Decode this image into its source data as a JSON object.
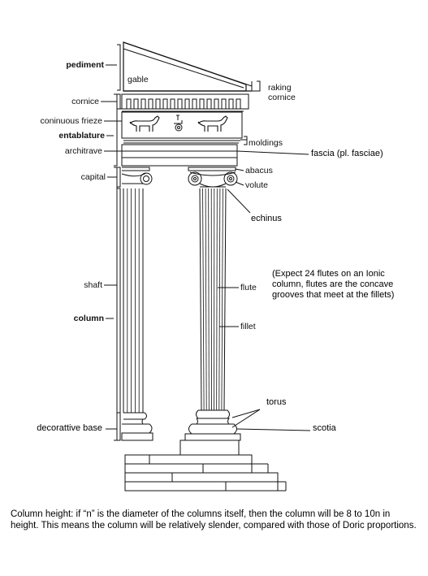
{
  "labels": {
    "pediment": "pediment",
    "gable": "gable",
    "raking_cornice_1": "raking",
    "raking_cornice_2": "cornice",
    "cornice": "cornice",
    "frieze": "coninuous frieze",
    "entablature": "entablature",
    "moldings": "moldings",
    "architrave": "architrave",
    "fascia": "fascia (pl. fasciae)",
    "capital": "capital",
    "abacus": "abacus",
    "volute": "volute",
    "echinus": "echinus",
    "shaft": "shaft",
    "flute": "flute",
    "column": "column",
    "fillet": "fillet",
    "torus": "torus",
    "base": "decorattive base",
    "scotia": "scotia"
  },
  "flutes_note": "(Expect 24 flutes on an Ionic column, flutes are the concave grooves that meet at the fillets)",
  "footer_note": "Column height: if “n” is the diameter of the columns itself, then the column will be 8 to 10n in height. This means the column will be relatively slender, compared with those of Doric proportions."
}
